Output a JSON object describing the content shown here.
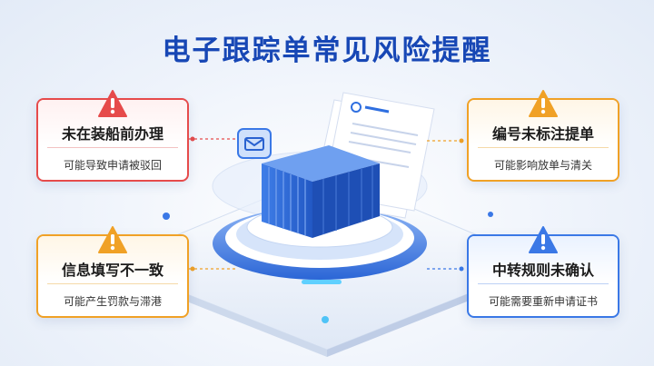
{
  "title": "电子跟踪单常见风险提醒",
  "cards": [
    {
      "heading": "未在装船前办理",
      "detail": "可能导致申请被驳回",
      "color": "#e64b4b"
    },
    {
      "heading": "编号未标注提单",
      "detail": "可能影响放单与清关",
      "color": "#f0a126"
    },
    {
      "heading": "信息填写不一致",
      "detail": "可能产生罚款与滞港",
      "color": "#f0a126"
    },
    {
      "heading": "中转规则未确认",
      "detail": "可能需要重新申请证书",
      "color": "#3a78e6"
    }
  ],
  "icons": [
    "warning-icon",
    "shipping-container",
    "document-stack",
    "mail-icon"
  ],
  "accent": "#1747b5"
}
